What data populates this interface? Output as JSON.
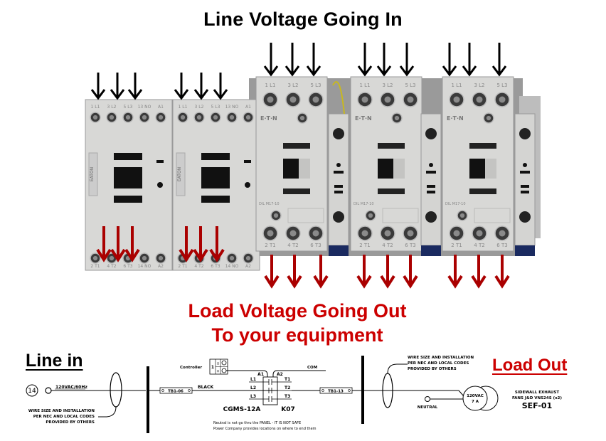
{
  "header": {
    "title_top": "Line Voltage Going In",
    "title_bottom_line1": "Load Voltage Going Out",
    "title_bottom_line2": "To your equipment"
  },
  "colors": {
    "line_arrow": "#000000",
    "load_arrow": "#aa0000",
    "load_text": "#cc0000",
    "contactor_body": "#d8d8d6",
    "terminal": "#555555"
  },
  "photo": {
    "small_contactors": [
      {
        "top_labels": [
          "1 L1",
          "3 L2",
          "5 L3",
          "13 NO",
          "A1"
        ],
        "bottom_labels": [
          "2 T1",
          "4 T2",
          "6 T3",
          "14 NO",
          "A2"
        ],
        "brand": "EATON"
      },
      {
        "top_labels": [
          "1 L1",
          "3 L2",
          "5 L3",
          "13 NO",
          "A1"
        ],
        "bottom_labels": [
          "2 T1",
          "4 T2",
          "6 T3",
          "14 NO",
          "A2"
        ],
        "brand": "EATON"
      }
    ],
    "large_contactors": [
      {
        "top_labels": [
          "1 L1",
          "3 L2",
          "5 L3"
        ],
        "bottom_labels": [
          "2 T1",
          "4 T2",
          "6 T3"
        ],
        "brand": "E·T·N",
        "model": "DIL M17-10"
      },
      {
        "top_labels": [
          "1 L1",
          "3 L2",
          "5 L3"
        ],
        "bottom_labels": [
          "2 T1",
          "4 T2",
          "6 T3"
        ],
        "brand": "E·T·N",
        "model": "DIL M17-10"
      },
      {
        "top_labels": [
          "1 L1",
          "3 L2",
          "5 L3"
        ],
        "bottom_labels": [
          "2 T1",
          "4 T2",
          "6 T3"
        ],
        "brand": "E·T·N",
        "model": "DIL M17-10"
      }
    ],
    "line_arrows_count": 15,
    "load_arrows_count": 15
  },
  "diagram": {
    "line_in_label": "Line in",
    "load_out_label": "Load Out",
    "circuit_number": "14",
    "supply_label": "120VAC/60Hz",
    "wire_note_left": [
      "WIRE SIZE AND INSTALLATION",
      "PER NEC AND LOCAL CODES",
      "PROVIDED BY OTHERS"
    ],
    "wire_note_right": [
      "WIRE SIZE AND INSTALLATION",
      "PER NEC AND LOCAL CODES",
      "PROVIDED BY OTHERS"
    ],
    "terminal_in": "TB1-06",
    "terminal_out": "TB1-13",
    "wire_color": "BLACK",
    "controller_label": "Controller",
    "controller_number": "1",
    "controller_pins": [
      "I",
      "+"
    ],
    "com_label": "COM",
    "coil_labels": [
      "A1",
      "A2"
    ],
    "line_terminals": [
      "L1",
      "L2",
      "L3"
    ],
    "load_terminals": [
      "T1",
      "T2",
      "T3"
    ],
    "contactor_model": "CGMS-12A",
    "contactor_id": "K07",
    "neutral_label": "NEUTRAL",
    "motor_voltage": "120VAC",
    "motor_current": "7 A",
    "equipment_desc_line1": "SIDEWALL EXHAUST",
    "equipment_desc_line2": "FANS J&D VNS24S (x2)",
    "equipment_tag": "SEF-01",
    "note_line1": "Neutral is not go thru the PANEL - IT IS NOT SAFE",
    "note_line2": "Power Company provides locations on where to end them"
  }
}
